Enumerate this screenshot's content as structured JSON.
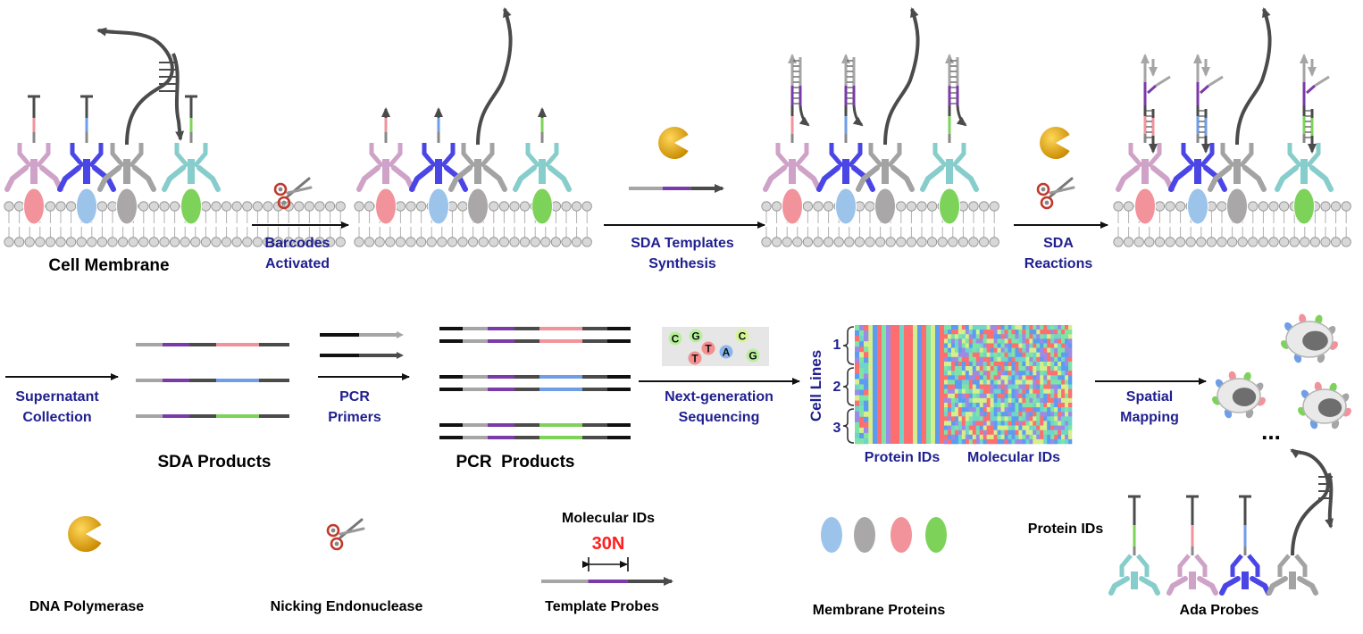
{
  "top_row": {
    "cell_membrane_label": "Cell Membrane",
    "step1": {
      "line1": "Barcodes",
      "line2": "Activated"
    },
    "step2": {
      "line1": "SDA Templates",
      "line2": "Synthesis"
    },
    "step3": {
      "line1": "SDA",
      "line2": "Reactions"
    }
  },
  "middle_row": {
    "step4": {
      "line1": "Supernatant",
      "line2": "Collection"
    },
    "sda_products_label": "SDA Products",
    "step5": {
      "line1": "PCR",
      "line2": "Primers"
    },
    "pcr_products_label": "PCR  Products",
    "step6": {
      "line1": "Next-generation",
      "line2": "Sequencing"
    },
    "sequence_letters": [
      "C",
      "G",
      "T",
      "T",
      "A",
      "C",
      "G"
    ],
    "heatmap": {
      "y_axis_label": "Cell Lines",
      "groups": [
        "1",
        "2",
        "3"
      ],
      "x_label_left": "Protein IDs",
      "x_label_right": "Molecular IDs"
    },
    "step7": {
      "line1": "Spatial",
      "line2": "Mapping"
    },
    "ellipsis": "..."
  },
  "legend": {
    "dna_polymerase": "DNA Polymerase",
    "nicking_endonuclease": "Nicking Endonuclease",
    "template_molecular_ids": "Molecular IDs",
    "template_length": "30N",
    "template_probes": "Template Probes",
    "membrane_proteins": "Membrane Proteins",
    "protein_ids": "Protein IDs",
    "ada_probes": "Ada Probes"
  },
  "colors": {
    "label_blue": "#1f1f8f",
    "pink": "#f2939b",
    "blue": "#6f9ee6",
    "green": "#7dd35a",
    "purple": "#7a3aa8",
    "gray": "#a5a5a5",
    "dark": "#4b4b4b",
    "red": "#ff2020",
    "yellow": "#e8b000"
  }
}
